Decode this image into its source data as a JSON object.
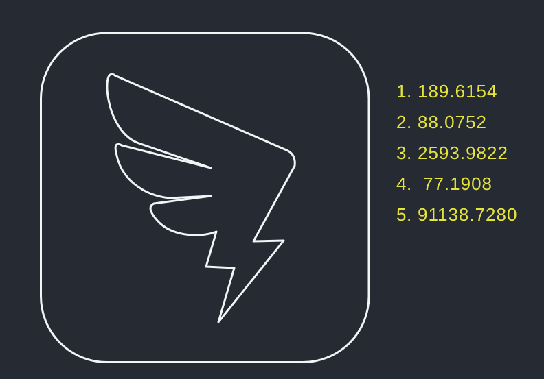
{
  "canvas": {
    "background_color": "#262b33",
    "line_color": "#f2f4f6",
    "drawing": "dingtalk-logo-outline-drawing",
    "shapes": [
      "rounded-square-outline",
      "dingtalk-wing-lightning-icon"
    ]
  },
  "measure_list": {
    "text_color": "#e5e43a",
    "items": [
      {
        "num": "1.",
        "value": "189.6154"
      },
      {
        "num": "2.",
        "value": "88.0752"
      },
      {
        "num": "3.",
        "value": "2593.9822"
      },
      {
        "num": "4.",
        "value": "77.1908"
      },
      {
        "num": "5.",
        "value": "91138.7280"
      }
    ]
  }
}
